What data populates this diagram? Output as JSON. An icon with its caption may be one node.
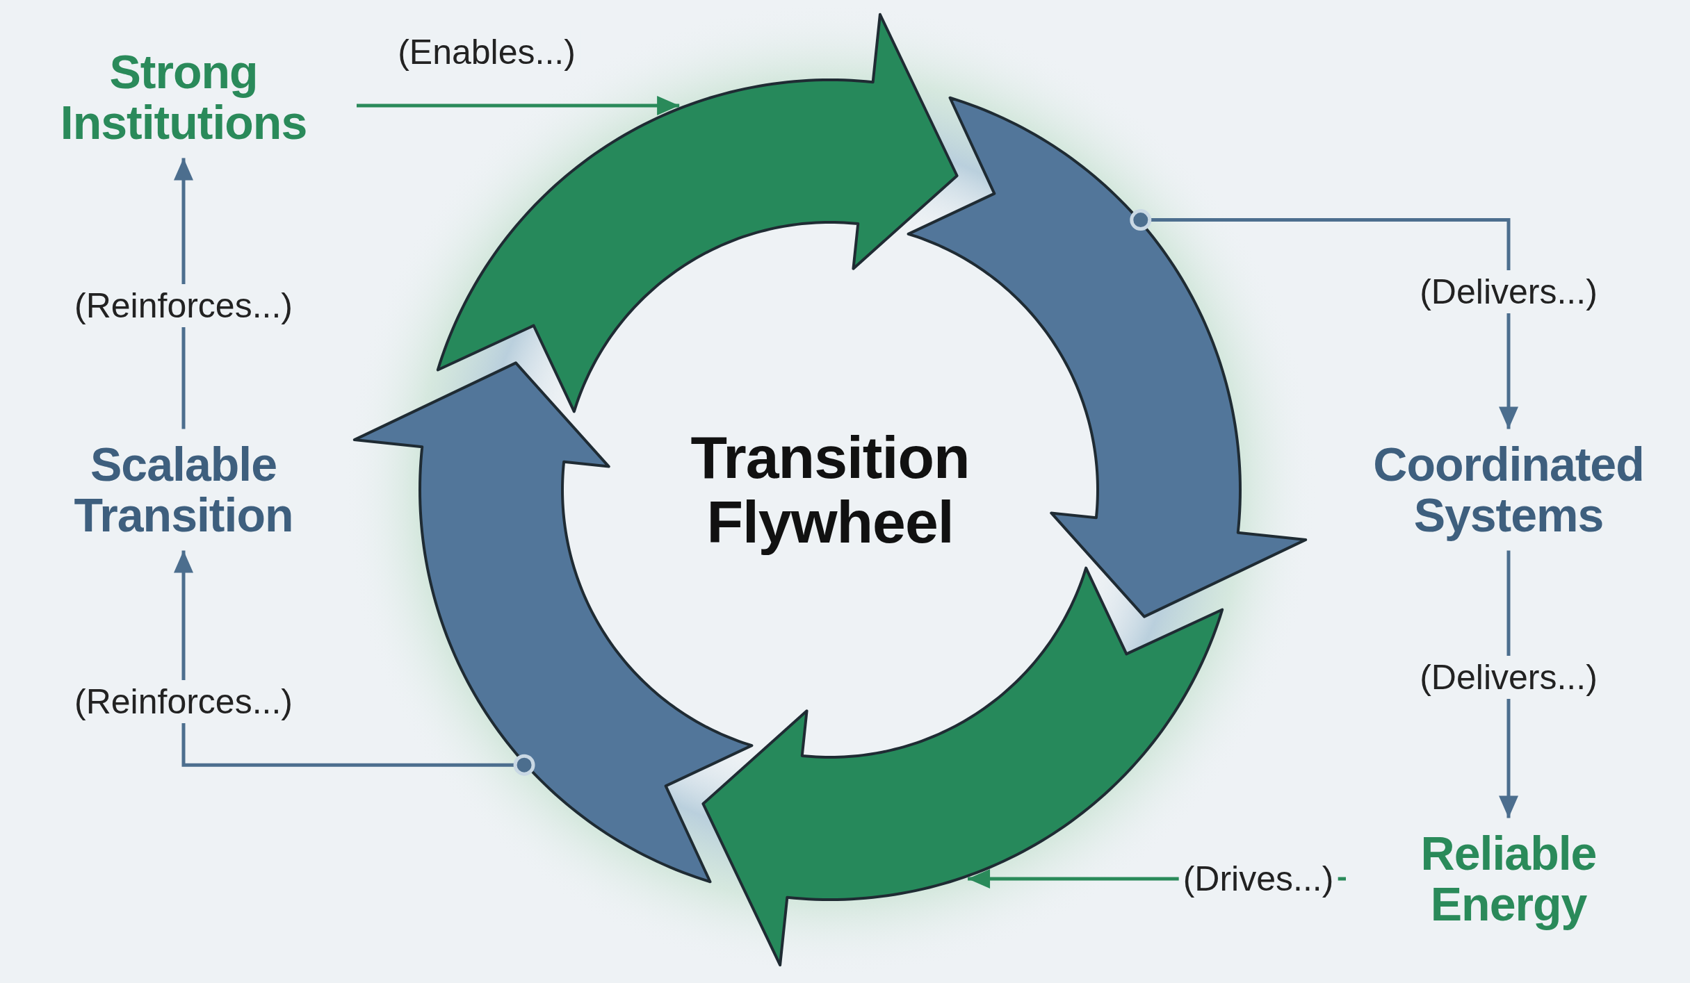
{
  "diagram": {
    "nodes": [
      {
        "text": [
          "Strong Institutions"
        ]
      },
      {
        "text": [],
        "shape": "arrow"
      },
      {
        "text": [],
        "shape": "arrow"
      },
      {
        "text": [
          "Coordinated Systems"
        ]
      },
      {
        "text": [
          "Transition Flywheel"
        ]
      },
      {
        "text": [
          "Scalable Transition"
        ]
      },
      {
        "text": [],
        "shape": "arrow"
      },
      {
        "text": [],
        "shape": "arrow"
      },
      {
        "text": [
          "Reliable Energy"
        ]
      }
    ],
    "edges": [
      {
        "from": 0,
        "to": 1,
        "arrow": "to",
        "label": "(Enables...)",
        "color": "#2a8a5a"
      },
      {
        "from": 2,
        "to": 3,
        "arrow": "to",
        "label": "(Delivers...)"
      },
      {
        "from": 3,
        "to": 8,
        "arrow": "to",
        "label": "(Delivers...)"
      },
      {
        "from": 8,
        "to": 7,
        "arrow": "to",
        "label": "(Drives...)",
        "color": "#2a8a5a"
      },
      {
        "from": 6,
        "to": 5,
        "arrow": "to",
        "label": "(Reinforces...)"
      },
      {
        "from": 5,
        "to": 0,
        "arrow": "to",
        "label": "(Reinforces...)"
      }
    ]
  }
}
